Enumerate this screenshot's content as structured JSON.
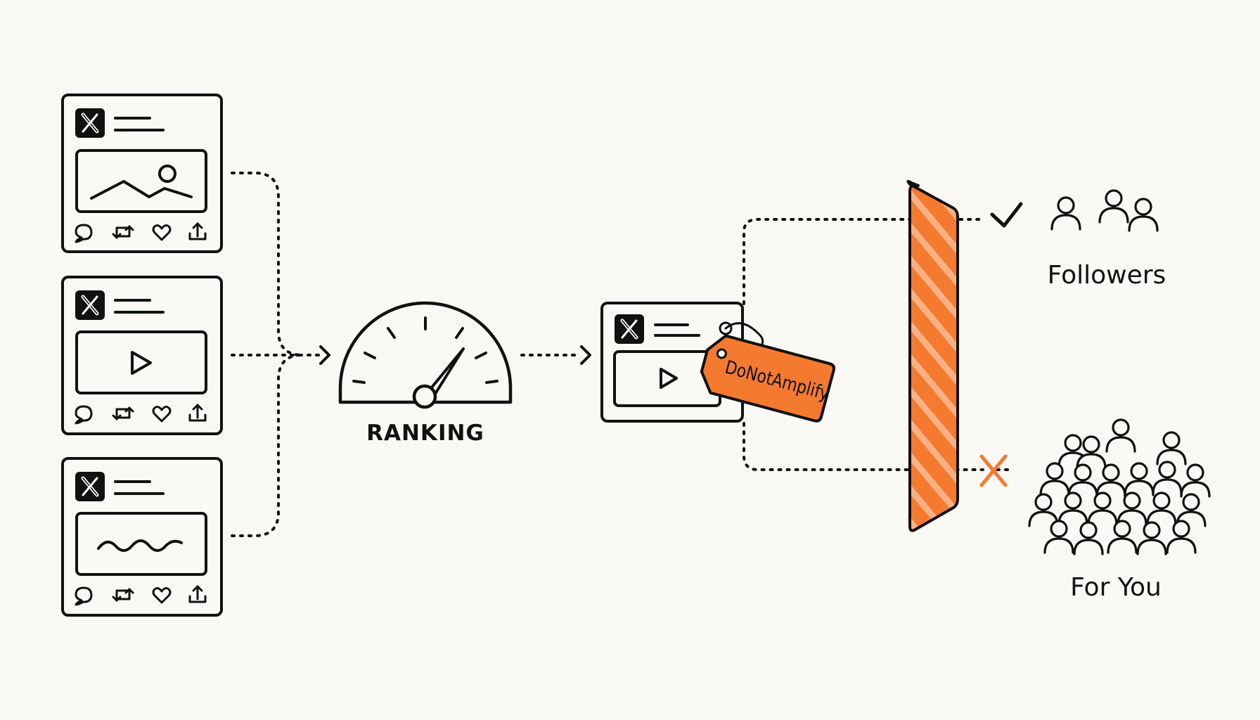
{
  "colors": {
    "background": "#fbf9f5",
    "ink": "#111111",
    "accent": "#f47a30",
    "accent_stripe": "#f9b184"
  },
  "icons": {
    "post_brand": "x-logo-icon",
    "actions": [
      "reply-icon",
      "repost-icon",
      "like-icon",
      "share-icon"
    ],
    "allowed": "checkmark-icon",
    "blocked": "x-mark-icon"
  },
  "posts": [
    {
      "media": "image"
    },
    {
      "media": "video"
    },
    {
      "media": "text"
    }
  ],
  "ranking": {
    "label": "RANKING"
  },
  "tag": {
    "label": "DoNotAmplify"
  },
  "audiences": {
    "followers": {
      "label": "Followers",
      "status": "allowed"
    },
    "for_you": {
      "label": "For You",
      "status": "blocked"
    }
  }
}
